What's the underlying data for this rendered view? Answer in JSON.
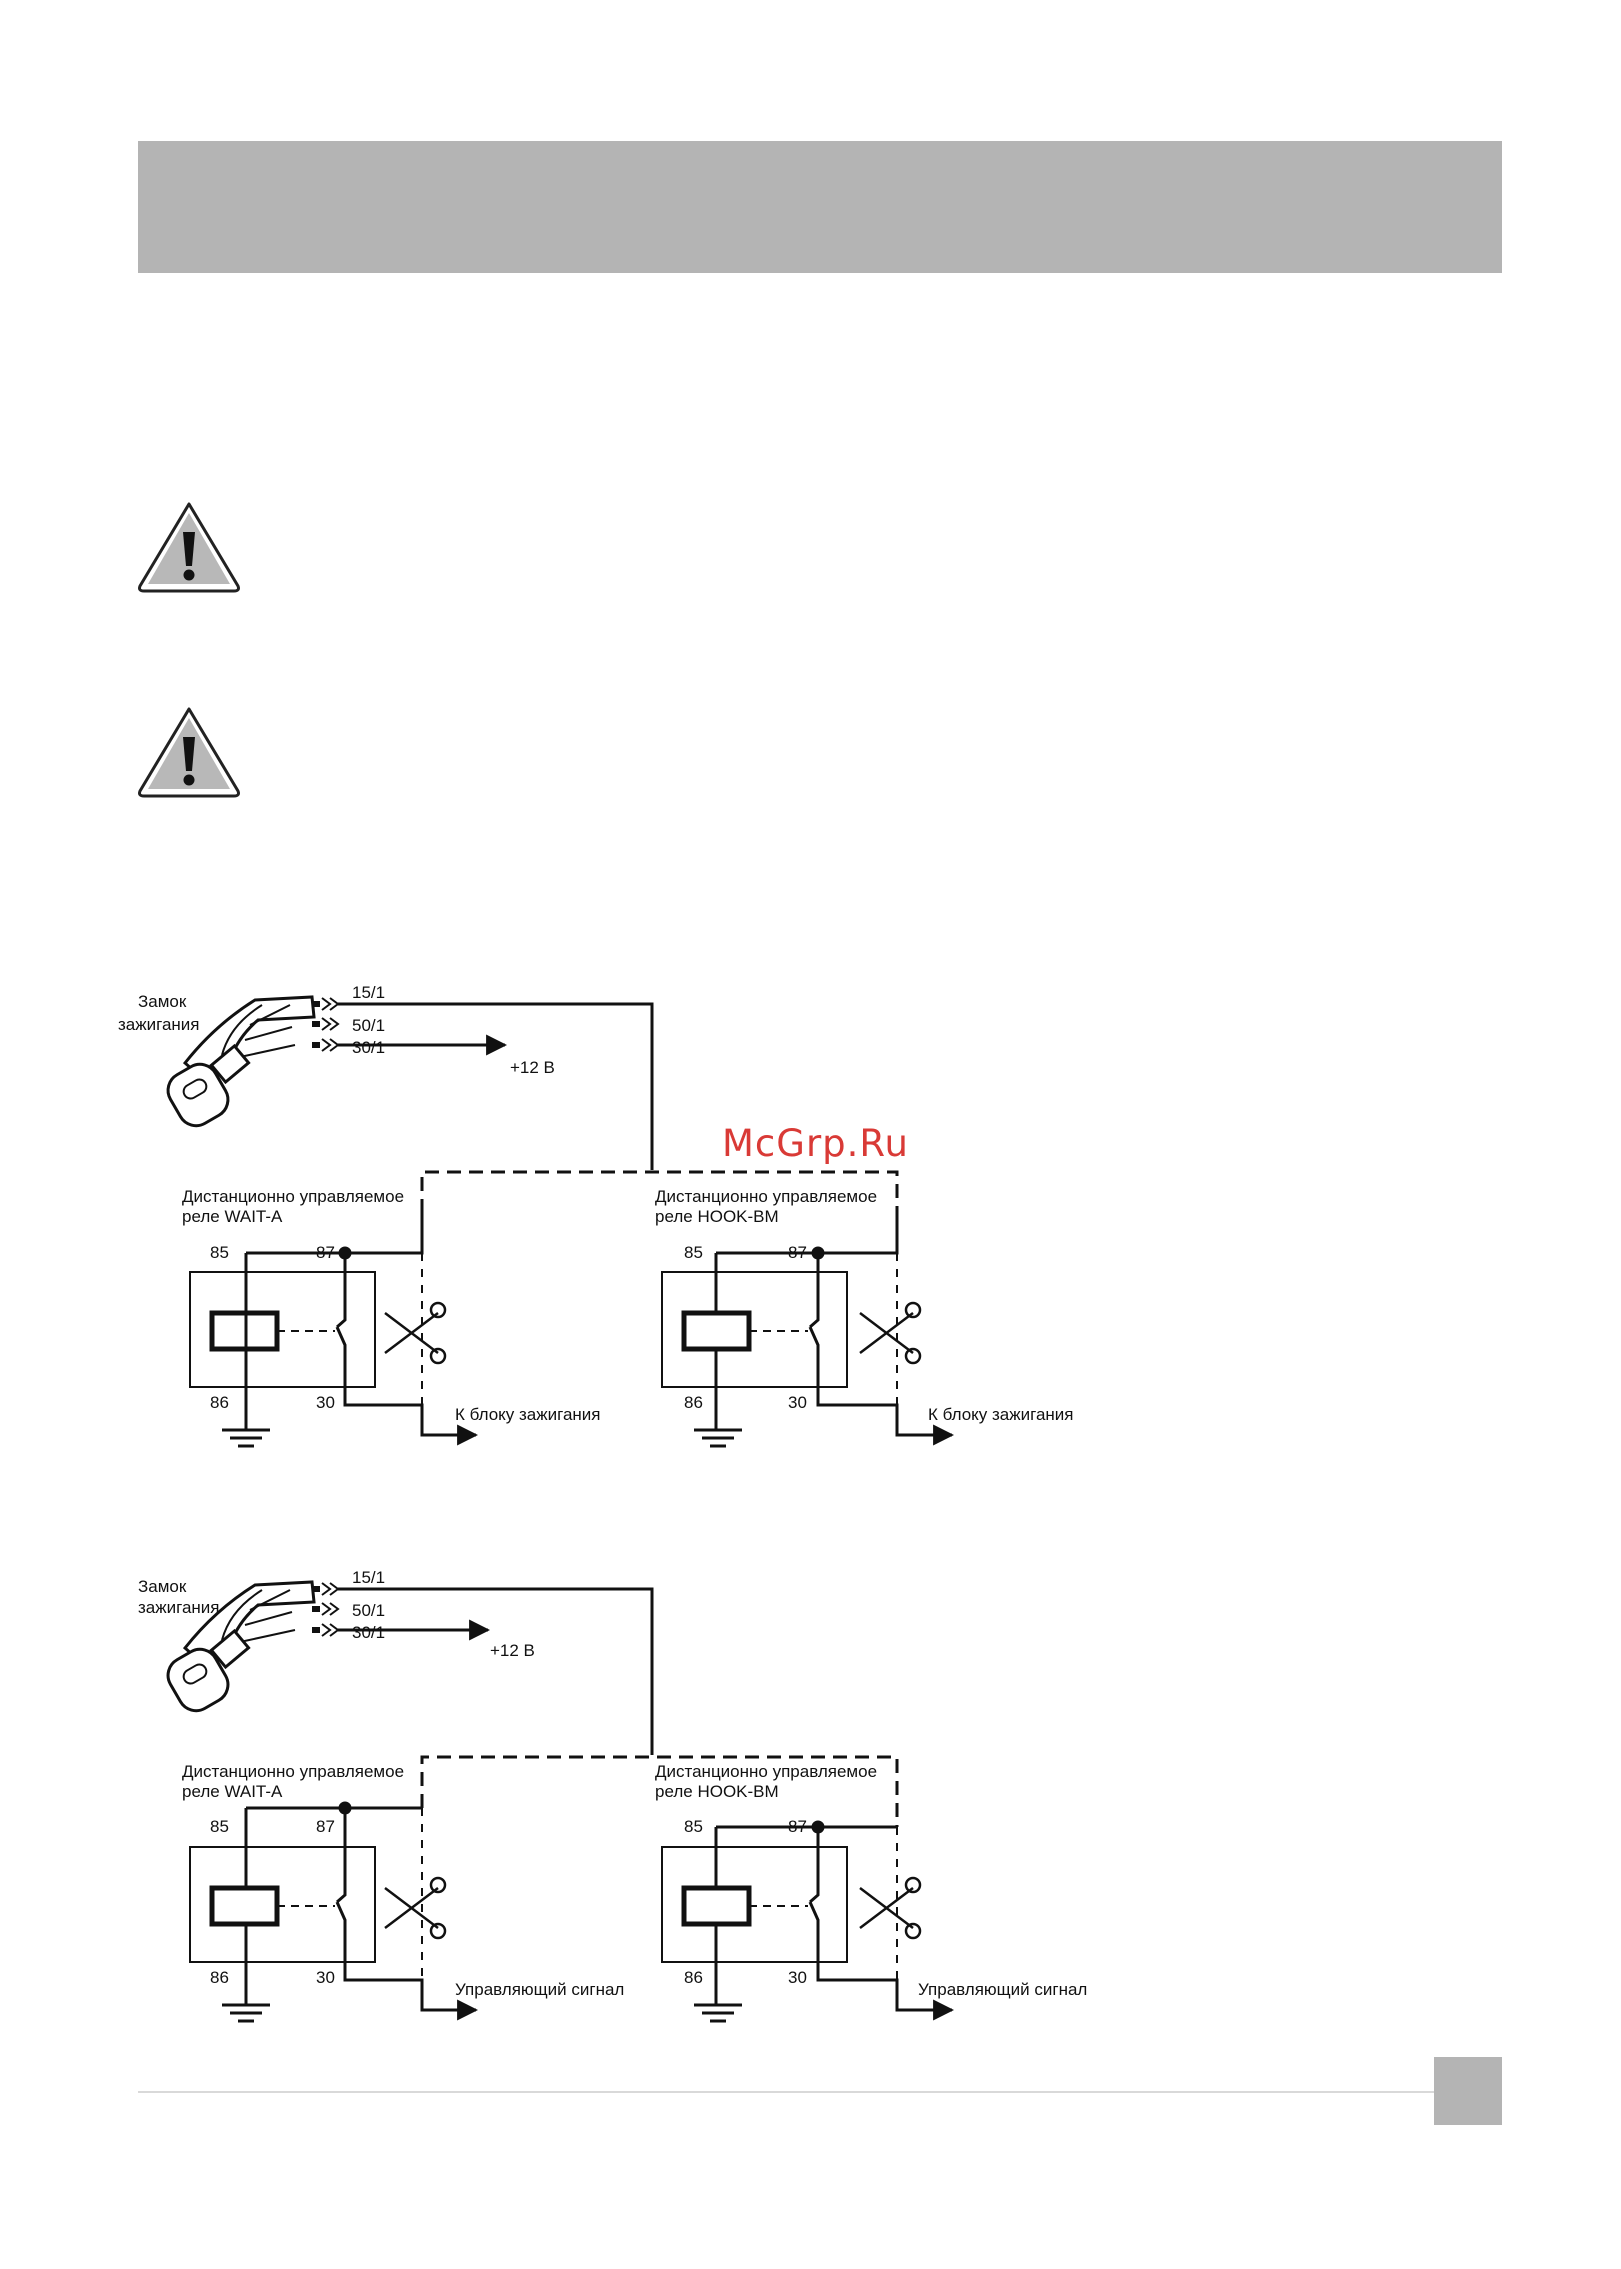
{
  "watermark": "McGrp.Ru",
  "diagrams": [
    {
      "ignition_label_line1": "Замок",
      "ignition_label_line2": "зажигания",
      "wire_15": "15/1",
      "wire_50": "50/1",
      "wire_30": "30/1",
      "supply": "+12 В",
      "relay_left": {
        "title_line1": "Дистанционно управляемое",
        "title_line2": "реле WAIT-A",
        "pin_85": "85",
        "pin_87": "87",
        "pin_86": "86",
        "pin_30": "30",
        "output": "К блоку зажигания"
      },
      "relay_right": {
        "title_line1": "Дистанционно управляемое",
        "title_line2": "реле HOOK-BM",
        "pin_85": "85",
        "pin_87": "87",
        "pin_86": "86",
        "pin_30": "30",
        "output": "К блоку зажигания"
      }
    },
    {
      "ignition_label_line1": "Замок",
      "ignition_label_line2": "зажигания",
      "wire_15": "15/1",
      "wire_50": "50/1",
      "wire_30": "30/1",
      "supply": "+12 В",
      "relay_left": {
        "title_line1": "Дистанционно управляемое",
        "title_line2": "реле WAIT-A",
        "pin_85": "85",
        "pin_87": "87",
        "pin_86": "86",
        "pin_30": "30",
        "output": "Управляющий сигнал"
      },
      "relay_right": {
        "title_line1": "Дистанционно управляемое",
        "title_line2": "реле HOOK-BM",
        "pin_85": "85",
        "pin_87": "87",
        "pin_86": "86",
        "pin_30": "30",
        "output": "Управляющий сигнал"
      }
    }
  ]
}
